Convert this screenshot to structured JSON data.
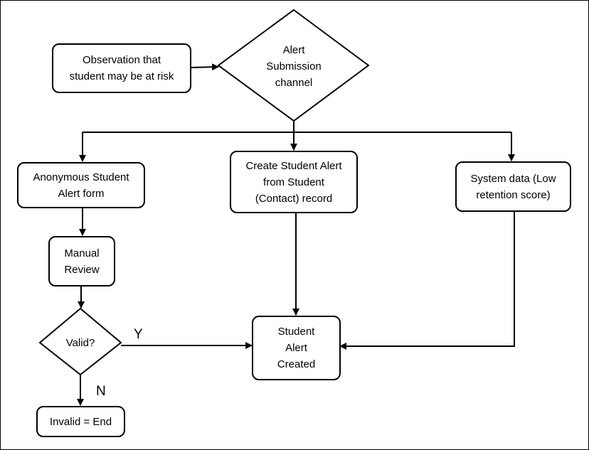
{
  "nodes": {
    "observation": "Observation that\nstudent may be at risk",
    "alert_channel": "Alert\nSubmission\nchannel",
    "anonymous_form": "Anonymous Student\nAlert form",
    "create_from_record": "Create Student Alert\nfrom Student\n(Contact) record",
    "system_data": "System data (Low\nretention score)",
    "manual_review": "Manual\nReview",
    "valid": "Valid?",
    "alert_created": "Student\nAlert\nCreated",
    "invalid_end": "Invalid = End"
  },
  "edge_labels": {
    "yes": "Y",
    "no": "N"
  }
}
